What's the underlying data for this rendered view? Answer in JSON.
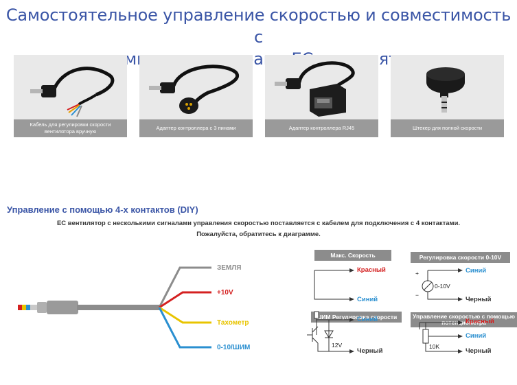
{
  "title_line1": "Самостоятельное управление скоростью и совместимость с",
  "title_line2": "другими контроллерами EC вентиляторов.",
  "products": [
    {
      "caption": "Кабель для регулировки скорости вентилятора вручную"
    },
    {
      "caption": "Адаптер контроллера с 3 пинами"
    },
    {
      "caption": "Адаптер контроллера RJ45"
    },
    {
      "caption": "Штекер для полной скорости"
    }
  ],
  "section_heading": "Управление с помощью 4-х контактов (DIY)",
  "description_line1": "EC вентилятор с несколькими сигналами управления скоростью поставляется с кабелем для подключения с 4 контактами.",
  "description_line2": "Пожалуйста, обратитесь к диаграмме.",
  "wires": [
    {
      "label": "ЗЕМЛЯ",
      "color": "#8c8c8c"
    },
    {
      "label": "+10V",
      "color": "#d42020"
    },
    {
      "label": "Тахометр",
      "color": "#e8c400"
    },
    {
      "label": "0-10/ШИМ",
      "color": "#2a8fd0"
    }
  ],
  "diagrams": {
    "max_speed": {
      "title": "Макс. Скорость",
      "red": "Красный",
      "blue": "Синий"
    },
    "v010": {
      "title": "Регулировка скорости  0-10V",
      "blue": "Синий",
      "black": "Черный",
      "plus": "+",
      "minus": "−",
      "source": "0-10V"
    },
    "pwm": {
      "title": "ШИМ Регулировка скорости",
      "blue": "Синий",
      "black": "Черный",
      "voltage": "12V"
    },
    "pot": {
      "title": "Управление скоростью с помощью потенциометра",
      "red": "Красный",
      "blue": "Синий",
      "black": "Черный",
      "resistor": "10K"
    }
  },
  "colors": {
    "title": "#3a55a6",
    "red": "#d42020",
    "blue": "#2a8fd0",
    "yellow": "#e8c400",
    "gray": "#8c8c8c"
  }
}
